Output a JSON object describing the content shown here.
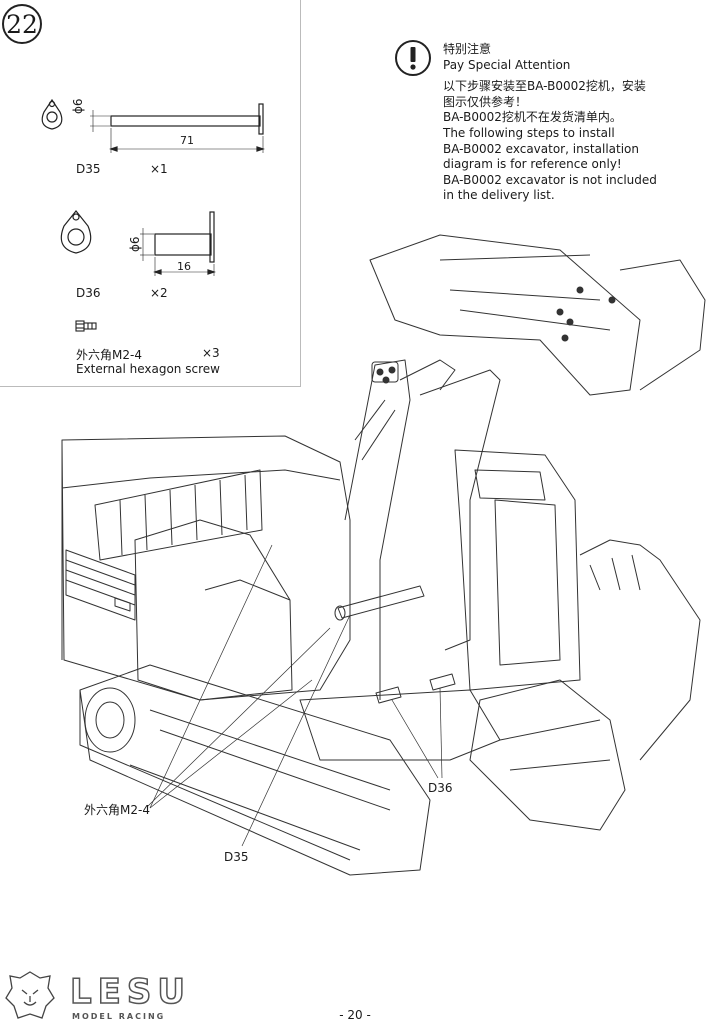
{
  "step_number": "22",
  "parts": {
    "d35": {
      "dim_diameter": "ϕ6",
      "dim_length": "71",
      "code": "D35",
      "qty": "×1"
    },
    "d36": {
      "dim_diameter": "ϕ6",
      "dim_length": "16",
      "code": "D36",
      "qty": "×2"
    },
    "screw": {
      "name_cn": "外六角M2-4",
      "qty": "×3",
      "name_en": "External hexagon screw"
    }
  },
  "attention": {
    "icon": "exclamation-icon",
    "title_cn": "特别注意",
    "title_en": "Pay Special Attention",
    "lines": [
      "以下步骤安装至BA-B0002挖机，安装",
      "图示仅供参考！",
      "BA-B0002挖机不在发货清单内。",
      "The following steps to install",
      "BA-B0002 excavator, installation",
      "diagram is for reference only!",
      "BA-B0002 excavator is not included",
      "in the delivery list."
    ]
  },
  "callouts": {
    "screw": "外六角M2-4",
    "d35": "D35",
    "d36": "D36"
  },
  "footer": {
    "brand": "LESU",
    "tagline": "MODEL RACING",
    "page": "- 20 -"
  }
}
